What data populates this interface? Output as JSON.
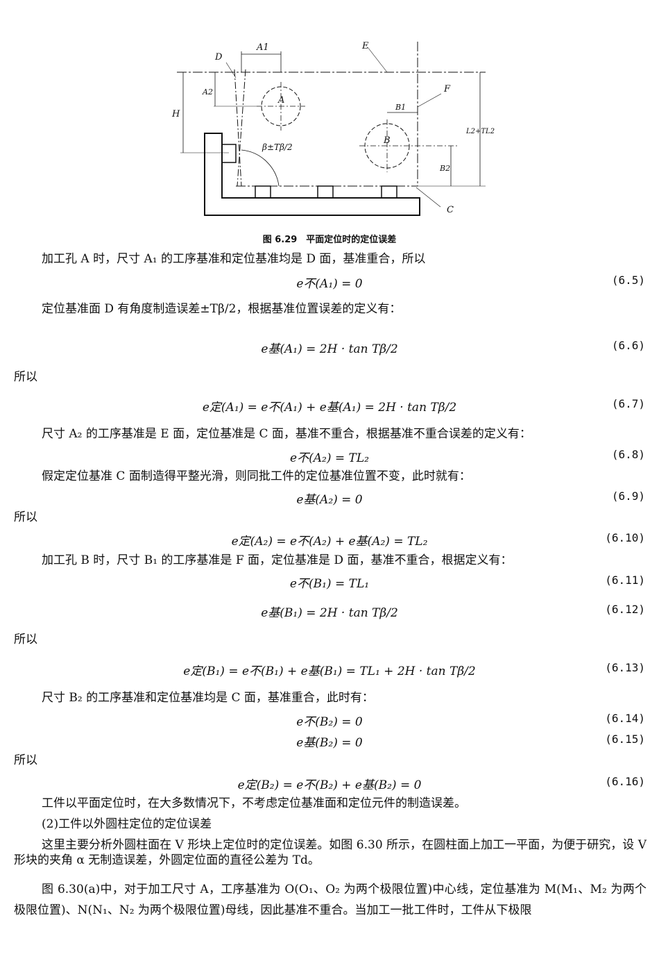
{
  "figure": {
    "labels": {
      "A1": "A1",
      "D": "D",
      "E": "E",
      "F": "F",
      "H": "H",
      "A2": "A2",
      "A": "A",
      "B1": "B1",
      "B": "B",
      "B2": "B2",
      "L2": "L2+TL2",
      "beta": "β±Tβ/2",
      "C": "C"
    },
    "caption": "图 6.29　平面定位时的定位误差"
  },
  "paragraphs": {
    "p1": "加工孔 A 时，尺寸 A₁ 的工序基准和定位基准均是 D 面，基准重合，所以",
    "p2": "定位基准面 D 有角度制造误差±Tβ/2，根据基准位置误差的定义有：",
    "so1": "所以",
    "p3": "尺寸 A₂ 的工序基准是 E 面，定位基准是 C 面，基准不重合，根据基准不重合误差的定义有：",
    "p4": "假定定位基准 C 面制造得平整光滑，则同批工件的定位基准位置不变，此时就有：",
    "so2": "所以",
    "p5": "加工孔 B 时，尺寸 B₁ 的工序基准是 F 面，定位基准是 D 面，基准不重合，根据定义有：",
    "so3": "所以",
    "p6": "尺寸 B₂ 的工序基准和定位基准均是 C 面，基准重合，此时有：",
    "so4": "所以",
    "p7": "工件以平面定位时，在大多数情况下，不考虑定位基准面和定位元件的制造误差。",
    "p8": "(2)工件以外圆柱定位的定位误差",
    "p9": "这里主要分析外圆柱面在 V 形块上定位时的定位误差。如图 6.30 所示，在圆柱面上加工一平面，为便于研究，设 V 形块的夹角 α 无制造误差，外圆定位面的直径公差为 Td。",
    "p10": "图 6.30(a)中，对于加工尺寸 A，工序基准为 O(O₁、O₂ 为两个极限位置)中心线，定位基准为 M(M₁、M₂ 为两个极限位置)、N(N₁、N₂ 为两个极限位置)母线，因此基准不重合。当加工一批工件时，工件从下极限"
  },
  "equations": [
    {
      "text": "e不(A₁) = 0",
      "num": "(6.5)"
    },
    {
      "text": "e基(A₁) = 2H · tan Tβ/2",
      "num": "(6.6)"
    },
    {
      "text": "e定(A₁) = e不(A₁) + e基(A₁) = 2H · tan Tβ/2",
      "num": "(6.7)"
    },
    {
      "text": "e不(A₂) = TL₂",
      "num": "(6.8)"
    },
    {
      "text": "e基(A₂) = 0",
      "num": "(6.9)"
    },
    {
      "text": "e定(A₂) = e不(A₂) + e基(A₂) = TL₂",
      "num": "(6.10)"
    },
    {
      "text": "e不(B₁) = TL₁",
      "num": "(6.11)"
    },
    {
      "text": "e基(B₁) = 2H · tan Tβ/2",
      "num": "(6.12)"
    },
    {
      "text": "e定(B₁) = e不(B₁) + e基(B₁) = TL₁ + 2H · tan Tβ/2",
      "num": "(6.13)"
    },
    {
      "text": "e不(B₂) = 0",
      "num": "(6.14)"
    },
    {
      "text": "e基(B₂) = 0",
      "num": "(6.15)"
    },
    {
      "text": "e定(B₂) = e不(B₂) + e基(B₂) = 0",
      "num": "(6.16)"
    }
  ]
}
